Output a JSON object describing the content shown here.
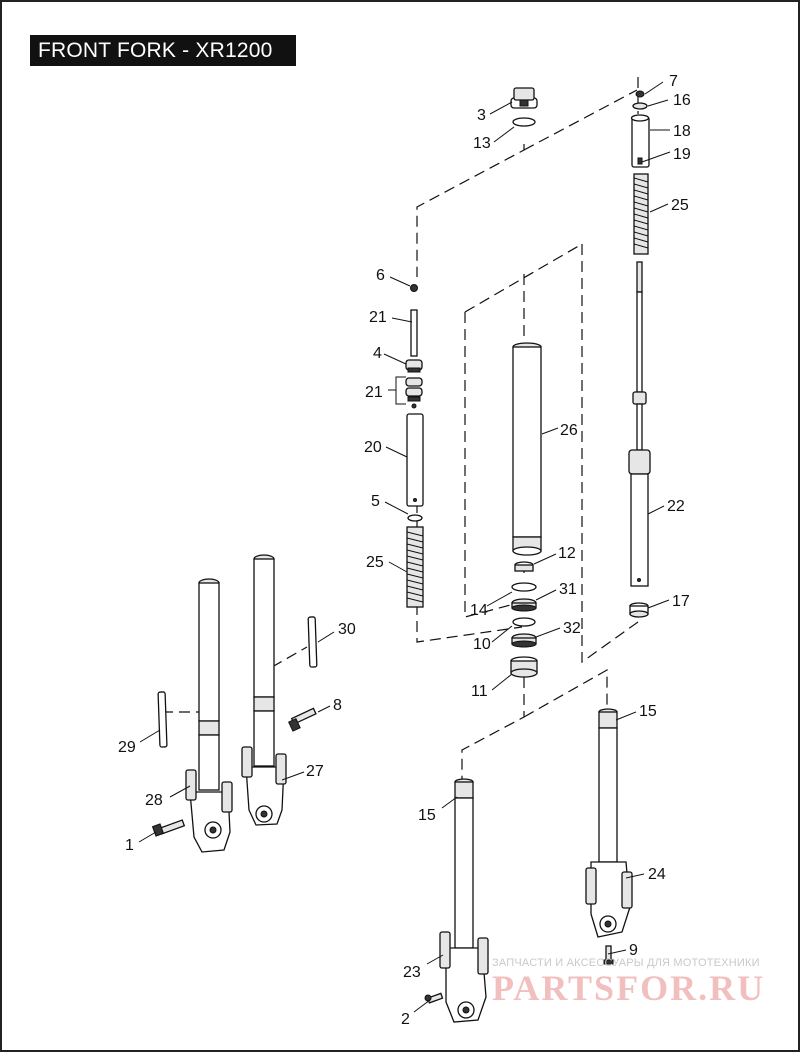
{
  "title": "FRONT FORK - XR1200",
  "callouts": [
    "1",
    "2",
    "3",
    "4",
    "5",
    "6",
    "7",
    "8",
    "9",
    "10",
    "11",
    "12",
    "13",
    "14",
    "15",
    "15",
    "16",
    "17",
    "18",
    "19",
    "20",
    "21",
    "21",
    "22",
    "23",
    "24",
    "25",
    "25",
    "26",
    "27",
    "28",
    "29",
    "30",
    "31",
    "32"
  ],
  "watermark": {
    "subtitle": "ЗАПЧАСТИ И АКСЕССУАРЫ ДЛЯ МОТОТЕХНИКИ",
    "logo": "PARTSFOR.RU"
  }
}
